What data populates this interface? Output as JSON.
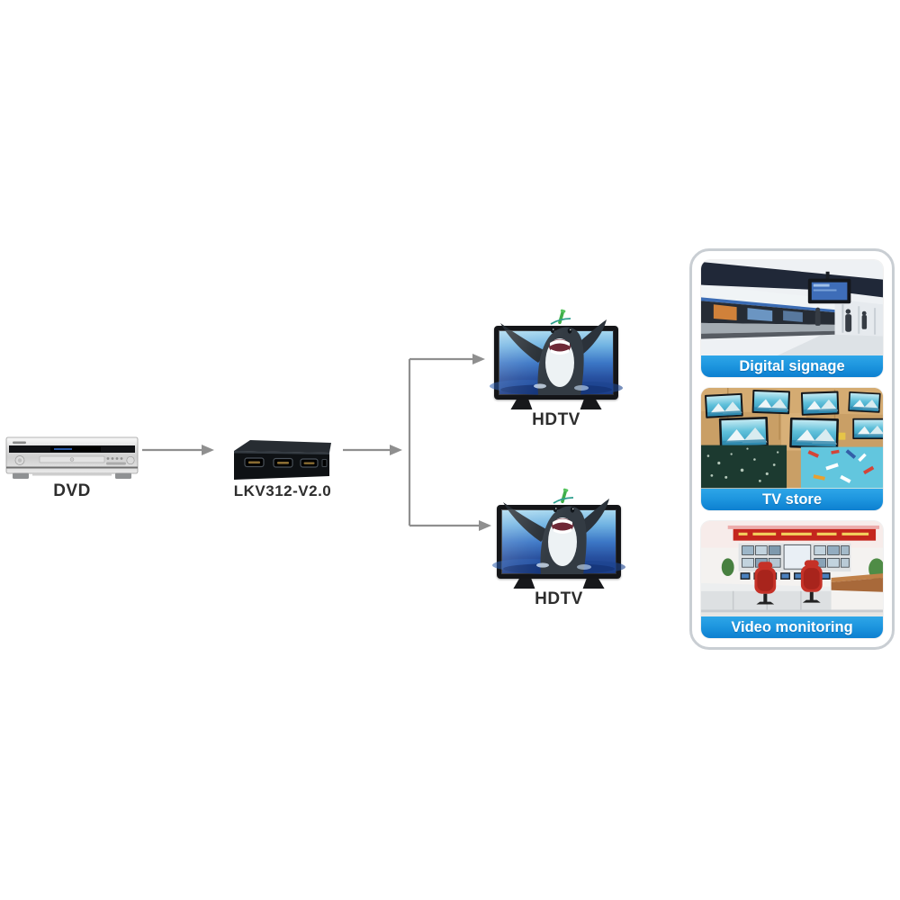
{
  "diagram": {
    "source_label": "DVD",
    "splitter_label": "LKV312-V2.0",
    "output_labels": [
      "HDTV",
      "HDTV"
    ],
    "connections": [
      {
        "from": "DVD",
        "to": "LKV312-V2.0"
      },
      {
        "from": "LKV312-V2.0",
        "to": "HDTV (top)"
      },
      {
        "from": "LKV312-V2.0",
        "to": "HDTV (bottom)"
      }
    ]
  },
  "applications": [
    {
      "label": "Digital signage"
    },
    {
      "label": "TV store"
    },
    {
      "label": "Video monitoring"
    }
  ],
  "icons": [
    {
      "name": "dvd-player-illustration"
    },
    {
      "name": "hdmi-splitter-illustration"
    },
    {
      "name": "hdtv-shark-illustration"
    },
    {
      "name": "arrow-right-icon"
    }
  ],
  "colors": {
    "banner_blue": "#1b93dd",
    "arrow_gray": "#8f8f8f",
    "label_color": "#2d2d2d",
    "panel_border": "#c9ced3",
    "tv_frame": "#141518",
    "splitter_body": "#0e1114",
    "dvd_silver": "#d9d9d9"
  }
}
